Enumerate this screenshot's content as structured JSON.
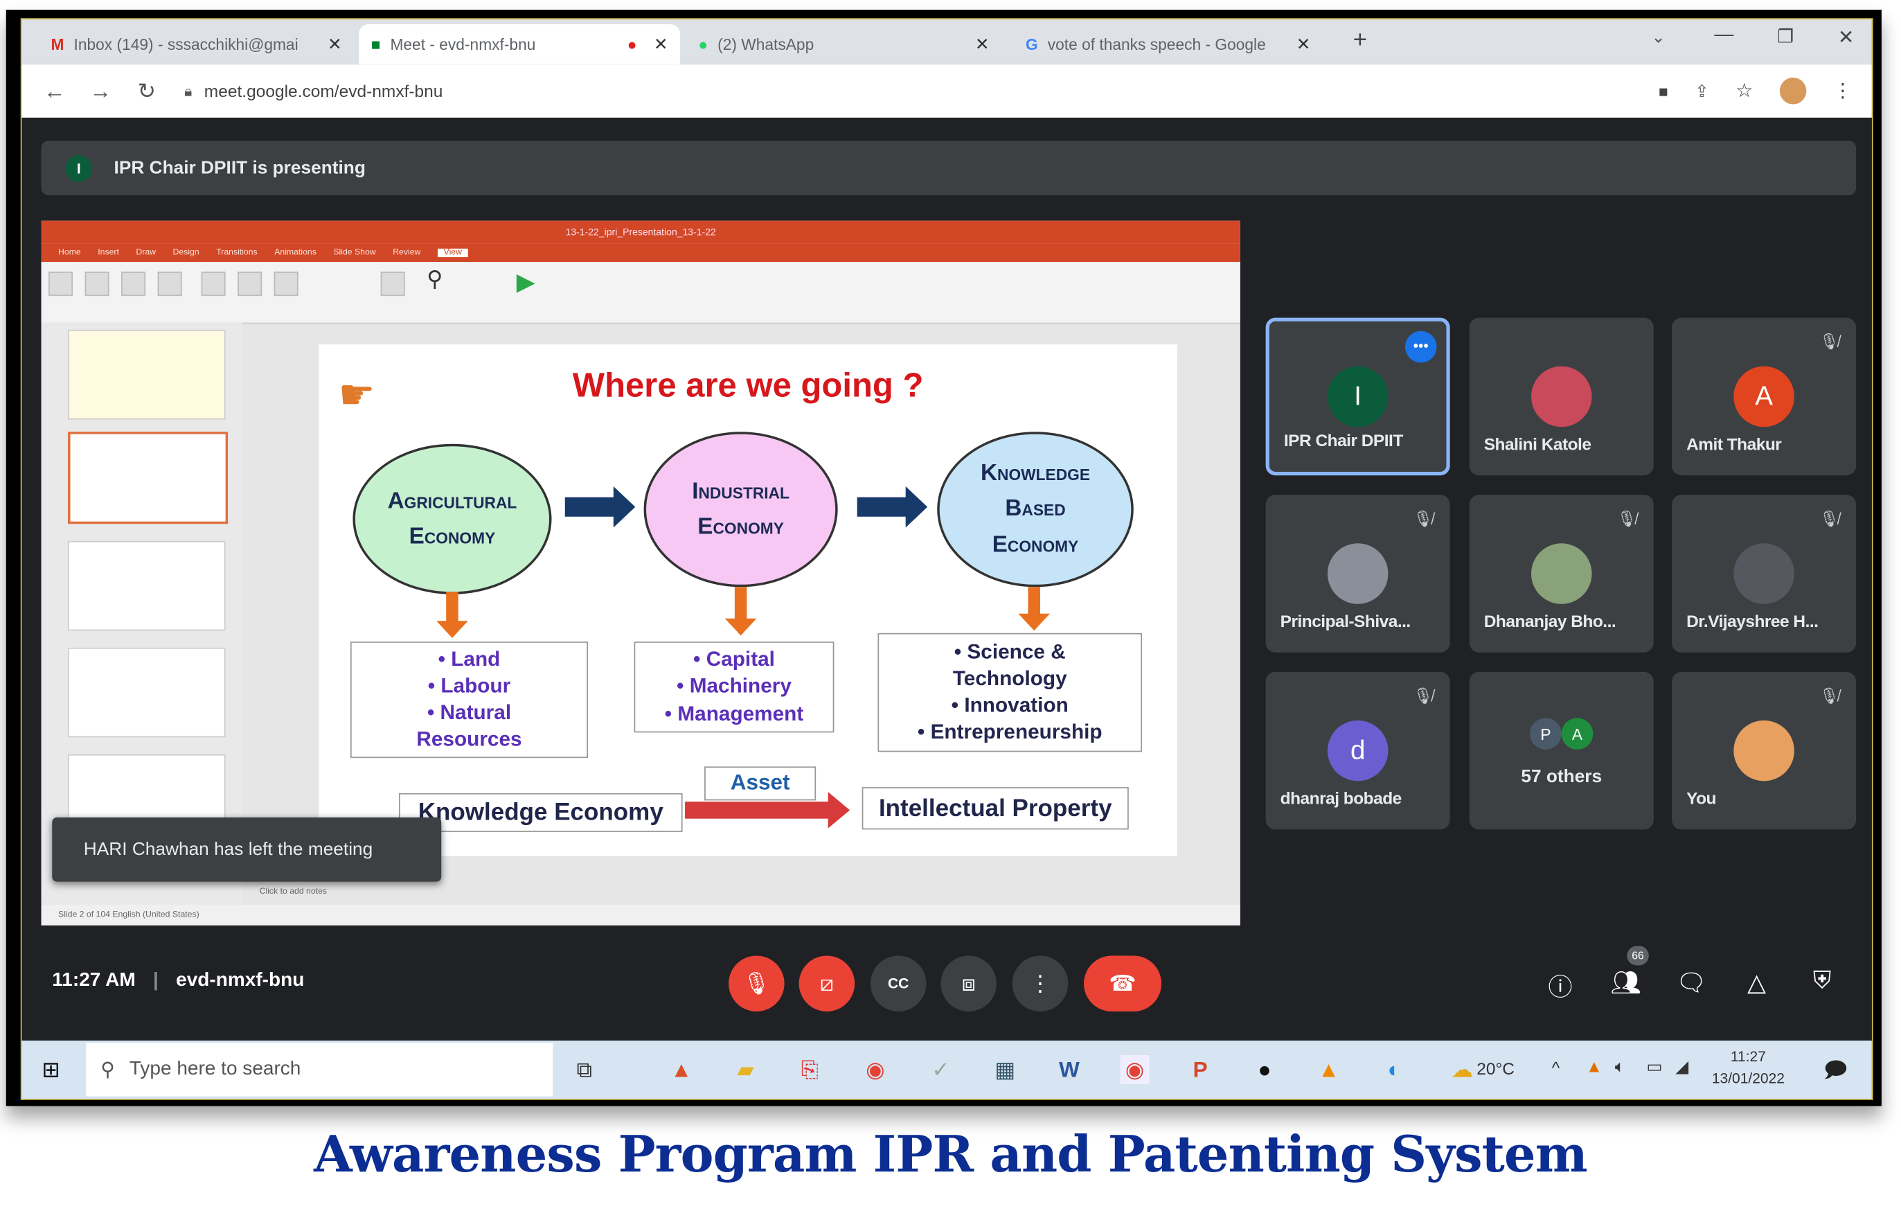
{
  "browser": {
    "tabs": [
      {
        "label": "Inbox (149) - sssacchikhi@gmai",
        "icon": "gmail-icon"
      },
      {
        "label": "Meet - evd-nmxf-bnu",
        "icon": "meet-icon",
        "active": true
      },
      {
        "label": "(2) WhatsApp",
        "icon": "whatsapp-icon"
      },
      {
        "label": "vote of thanks speech - Google",
        "icon": "google-icon"
      }
    ],
    "new_tab": "+",
    "url": "meet.google.com/evd-nmxf-bnu"
  },
  "meet": {
    "presenting_initial": "I",
    "presenting_text": "IPR Chair DPIIT is presenting",
    "toast": "HARI Chawhan has left the meeting",
    "time": "11:27 AM",
    "meeting_code": "evd-nmxf-bnu",
    "participants_badge": "66",
    "tiles": [
      {
        "name": "IPR Chair DPIIT",
        "initial": "I",
        "color": "#0b5c3b",
        "muted": false,
        "selected": true
      },
      {
        "name": "Shalini Katole",
        "initial": "",
        "color": "#c94a5a",
        "muted": false
      },
      {
        "name": "Amit Thakur",
        "initial": "A",
        "color": "#e0451f",
        "muted": true
      },
      {
        "name": "Principal-Shiva...",
        "initial": "",
        "color": "#8a8f99",
        "muted": true
      },
      {
        "name": "Dhananjay Bho...",
        "initial": "",
        "color": "#8aa27a",
        "muted": true
      },
      {
        "name": "Dr.Vijayshree H...",
        "initial": "",
        "color": "#55585e",
        "muted": true
      },
      {
        "name": "dhanraj bobade",
        "initial": "d",
        "color": "#6a5fd0",
        "muted": true
      },
      {
        "name": "57 others",
        "initial": "",
        "color": "#3c4043",
        "muted": false,
        "others": [
          "P",
          "A"
        ]
      },
      {
        "name": "You",
        "initial": "",
        "color": "#e8a060",
        "muted": true
      }
    ]
  },
  "ppt": {
    "title": "13-1-22_ipri_Presentation_13-1-22",
    "tabs": [
      "Home",
      "Insert",
      "Draw",
      "Design",
      "Transitions",
      "Animations",
      "Slide Show",
      "Review",
      "View"
    ],
    "status": "Slide 2 of 104   English (United States)",
    "notes": "Click to add notes"
  },
  "slide": {
    "title": "Where are we going ?",
    "circles": [
      {
        "lines": [
          "Agricultural",
          "Economy"
        ],
        "color": "#c6f1cf"
      },
      {
        "lines": [
          "Industrial",
          "Economy"
        ],
        "color": "#f7c8f4"
      },
      {
        "lines": [
          "Knowledge",
          "Based",
          "Economy"
        ],
        "color": "#c6e4f7"
      }
    ],
    "boxes": [
      [
        "• Land",
        "• Labour",
        "• Natural",
        "Resources"
      ],
      [
        "• Capital",
        "• Machinery",
        "• Management"
      ],
      [
        "• Science &",
        "Technology",
        "• Innovation",
        "• Entrepreneurship"
      ]
    ],
    "knowledge_economy": "Knowledge Economy",
    "asset": "Asset",
    "ip": "Intellectual Property"
  },
  "taskbar": {
    "search_placeholder": "Type here to search",
    "weather": "20°C",
    "clock_time": "11:27",
    "clock_date": "13/01/2022"
  },
  "caption": "Awareness Program IPR and Patenting System"
}
